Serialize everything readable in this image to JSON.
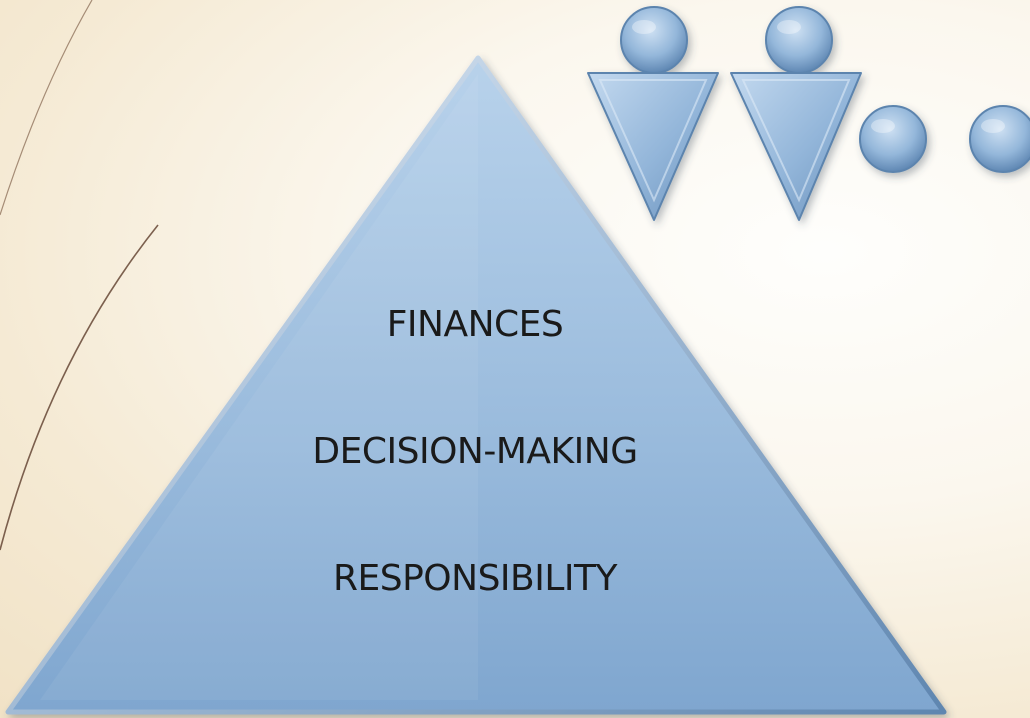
{
  "pyramid": {
    "levels": [
      {
        "label": "FINANCES"
      },
      {
        "label": "DECISION-MAKING"
      },
      {
        "label": "RESPONSIBILITY"
      }
    ],
    "fill_color_top": "#b6d0e9",
    "fill_color_bottom": "#7ea6cf"
  },
  "figures": {
    "count_standing": 2,
    "count_heads_only": 2,
    "color": "#8fb3d8"
  },
  "background": {
    "color_center": "#fefefc",
    "color_edge": "#f1e2c6",
    "line_color": "#7a5c48"
  }
}
